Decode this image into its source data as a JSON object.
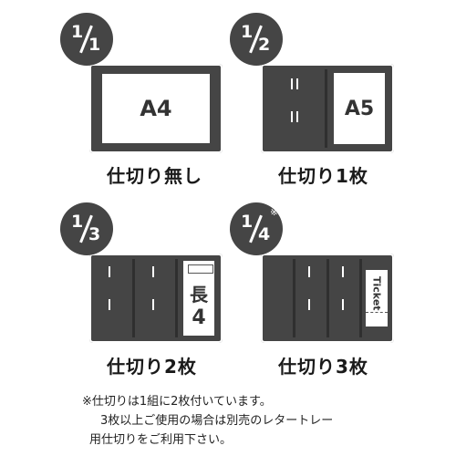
{
  "panels": [
    {
      "fraction_top": "1",
      "fraction_bottom": "1",
      "caption": "仕切り無し",
      "sheet_label": "A4"
    },
    {
      "fraction_top": "1",
      "fraction_bottom": "2",
      "caption": "仕切り1枚",
      "sheet_label": "A5"
    },
    {
      "fraction_top": "1",
      "fraction_bottom": "3",
      "caption": "仕切り2枚",
      "sheet_label_1": "長",
      "sheet_label_2": "4"
    },
    {
      "fraction_top": "1",
      "fraction_bottom": "4",
      "mark": "※",
      "caption": "仕切り3枚",
      "sheet_label": "Ticket"
    }
  ],
  "note": {
    "line1": "※仕切りは1組に2枚付いています。",
    "line2": "3枚以上ご使用の場合は別売のレタートレー",
    "line3": "用仕切りをご利用下さい。"
  },
  "colors": {
    "tray": "#454545",
    "sheet": "#ffffff"
  }
}
